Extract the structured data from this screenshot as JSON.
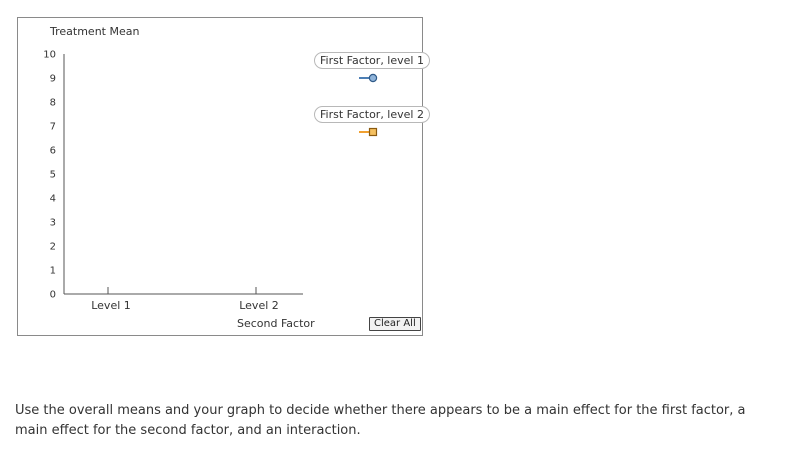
{
  "chart": {
    "y_title": "Treatment Mean",
    "x_title": "Second Factor",
    "clear_label": "Clear All"
  },
  "legend": [
    {
      "label": "First Factor, level 1",
      "color": "#4d7fb5",
      "fill": "#8fb3d9",
      "marker": "circle"
    },
    {
      "label": "First Factor, level 2",
      "color": "#f0a030",
      "fill": "#f5c060",
      "marker": "square"
    }
  ],
  "question": {
    "text": "Use the overall means and your graph to decide whether there appears to be a main effect for the first factor, a main effect for the second factor, and an interaction."
  },
  "chart_data": {
    "type": "line",
    "title": "",
    "ylabel": "Treatment Mean",
    "xlabel": "Second Factor",
    "categories": [
      "Level 1",
      "Level 2"
    ],
    "ylim": [
      0,
      10
    ],
    "y_ticks": [
      "0",
      "1",
      "2",
      "3",
      "4",
      "5",
      "6",
      "7",
      "8",
      "9",
      "10"
    ],
    "grid": false,
    "legend_position": "top-right",
    "series": [
      {
        "name": "First Factor, level 1",
        "values": []
      },
      {
        "name": "First Factor, level 2",
        "values": []
      }
    ]
  }
}
